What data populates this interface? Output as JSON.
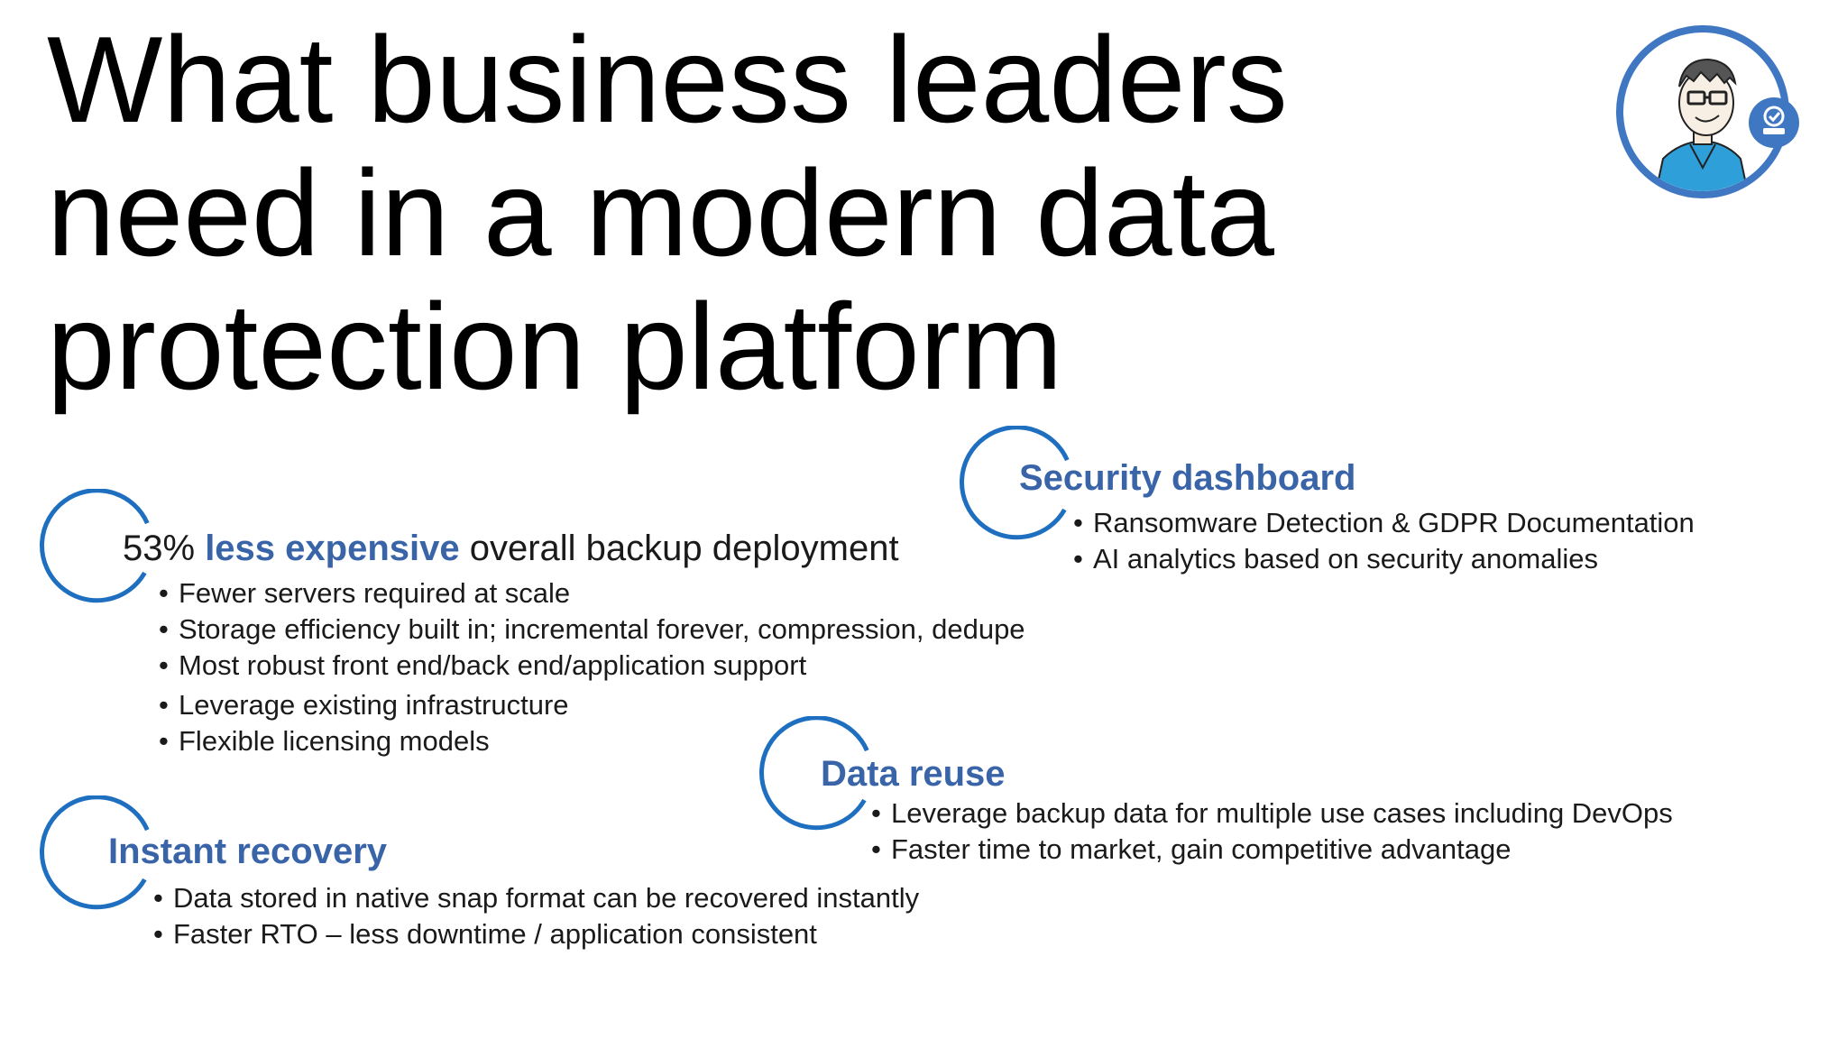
{
  "title": {
    "line1": "What business leaders",
    "line2": "need in a modern data",
    "line3": "protection platform"
  },
  "colors": {
    "accent": "#3a64a8",
    "ring": "#1f6fc0"
  },
  "sections": {
    "cost": {
      "prefix": "53%",
      "emphasis": "less expensive",
      "suffix": "overall backup deployment",
      "bullets": [
        "Fewer servers required at scale",
        "Storage efficiency built in; incremental forever, compression, dedupe",
        "Most robust front end/back end/application support",
        "Leverage existing infrastructure",
        "Flexible licensing models"
      ]
    },
    "security": {
      "heading": "Security dashboard",
      "bullets": [
        "Ransomware Detection & GDPR Documentation",
        "AI analytics based on security anomalies"
      ]
    },
    "reuse": {
      "heading": "Data reuse",
      "bullets": [
        "Leverage backup data for multiple use cases including DevOps",
        "Faster time to market, gain competitive advantage"
      ]
    },
    "recovery": {
      "heading": "Instant recovery",
      "bullets": [
        "Data stored in native snap format can be recovered instantly",
        "Faster RTO – less downtime / application consistent"
      ]
    }
  },
  "avatar": {
    "icon": "presenter-avatar-icon",
    "badge_icon": "verified-badge-icon"
  }
}
